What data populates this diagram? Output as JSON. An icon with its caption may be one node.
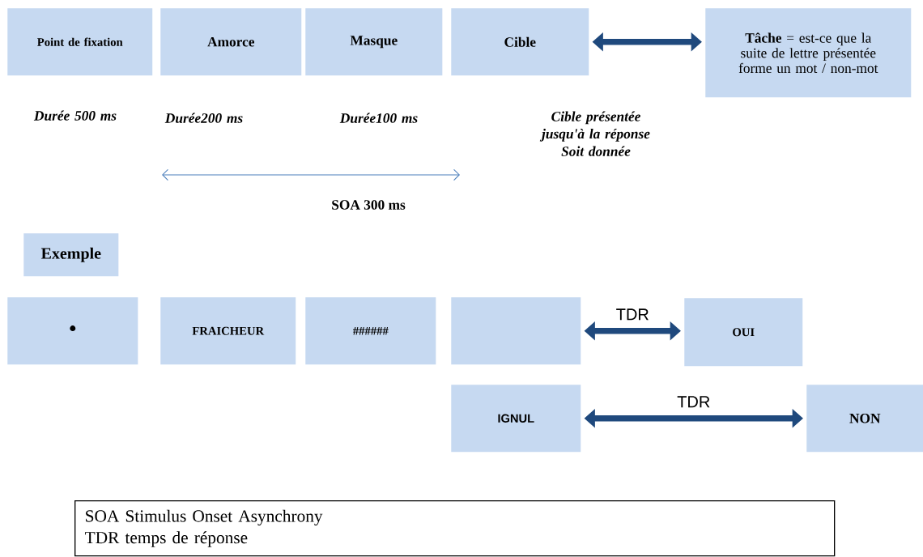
{
  "diagram": {
    "nodes": [
      {
        "text": [
          "Point de fixation"
        ],
        "beside": [
          "Durée 500 ms"
        ]
      },
      {
        "text": [
          "Amorce"
        ],
        "beside": [
          "Durée200 ms"
        ]
      },
      {
        "text": [
          "Masque"
        ],
        "beside": [
          "Durée100 ms"
        ]
      },
      {
        "text": [
          "Cible"
        ],
        "beside": [
          "Cible présentée jusqu'à la réponse",
          "Soit donnée"
        ]
      },
      {
        "text": [
          "**Tâche** =  est-ce que la suite de lettre présentée forme un mot / non-mot"
        ]
      },
      {
        "text": [
          "Exemple"
        ]
      },
      {
        "text": [
          "•"
        ]
      },
      {
        "text": [
          "FRAICHEUR"
        ]
      },
      {
        "text": [
          "######"
        ]
      },
      {
        "text": [],
        "shape": "box"
      },
      {
        "text": [
          "OUI"
        ]
      },
      {
        "text": [
          "IGNUL"
        ]
      },
      {
        "text": [
          "NON"
        ]
      },
      {
        "text": [
          "SOA Stimulus Onset Asynchrony",
          "TDR temps de réponse"
        ]
      }
    ],
    "edges": [
      {
        "from": 3,
        "to": 4,
        "arrow": "both"
      },
      {
        "from": 9,
        "to": 10,
        "arrow": "both",
        "label": "TDR"
      },
      {
        "from": 11,
        "to": 12,
        "arrow": "both",
        "label": "TDR"
      }
    ],
    "labels": [
      "SOA 300 ms"
    ]
  }
}
